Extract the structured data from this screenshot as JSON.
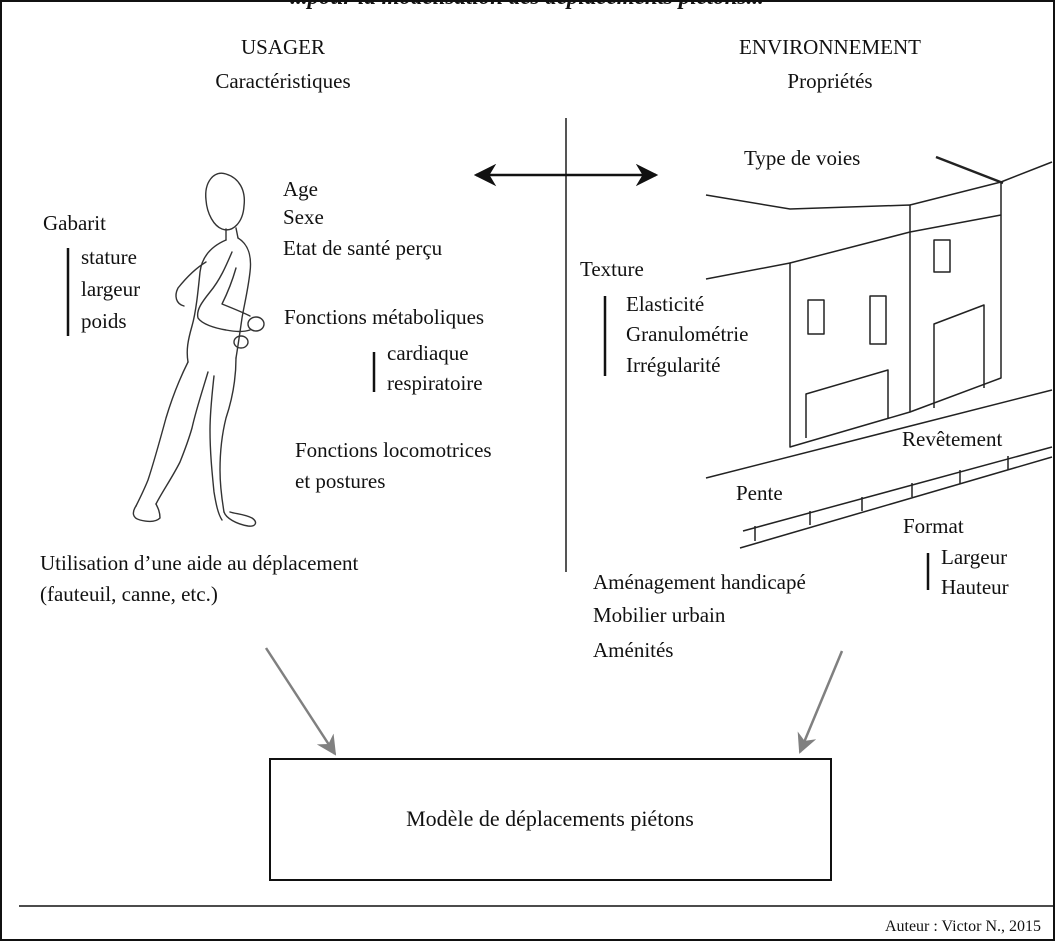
{
  "title": "...pour la modélisation des déplacements piétons...",
  "left": {
    "heading": "USAGER",
    "subheading": "Caractéristiques",
    "gabarit": {
      "label": "Gabarit",
      "items": [
        "stature",
        "largeur",
        "poids"
      ]
    },
    "attributes": [
      "Age",
      "Sexe",
      "Etat de santé perçu"
    ],
    "metabolic": {
      "label": "Fonctions métaboliques",
      "items": [
        "cardiaque",
        "respiratoire"
      ]
    },
    "locomotion": [
      "Fonctions locomotrices",
      "et postures"
    ],
    "aid": [
      "Utilisation d’une aide au déplacement",
      "(fauteuil, canne, etc.)"
    ]
  },
  "right": {
    "heading": "ENVIRONNEMENT",
    "subheading": "Propriétés",
    "voies": "Type de voies",
    "texture": {
      "label": "Texture",
      "items": [
        "Elasticité",
        "Granulométrie",
        "Irrégularité"
      ]
    },
    "revetement": "Revêtement",
    "pente": "Pente",
    "format": {
      "label": "Format",
      "items": [
        "Largeur",
        "Hauteur"
      ]
    },
    "amenagements": [
      "Aménagement handicapé",
      "Mobilier urbain",
      "Aménités"
    ]
  },
  "model_box": "Modèle de déplacements piétons",
  "credit": "Auteur : Victor N., 2015",
  "colors": {
    "ink": "#111111",
    "arrow_gray": "#808080",
    "divider": "#555555"
  },
  "icons": [
    "walking-person-illustration",
    "street-buildings-illustration"
  ]
}
